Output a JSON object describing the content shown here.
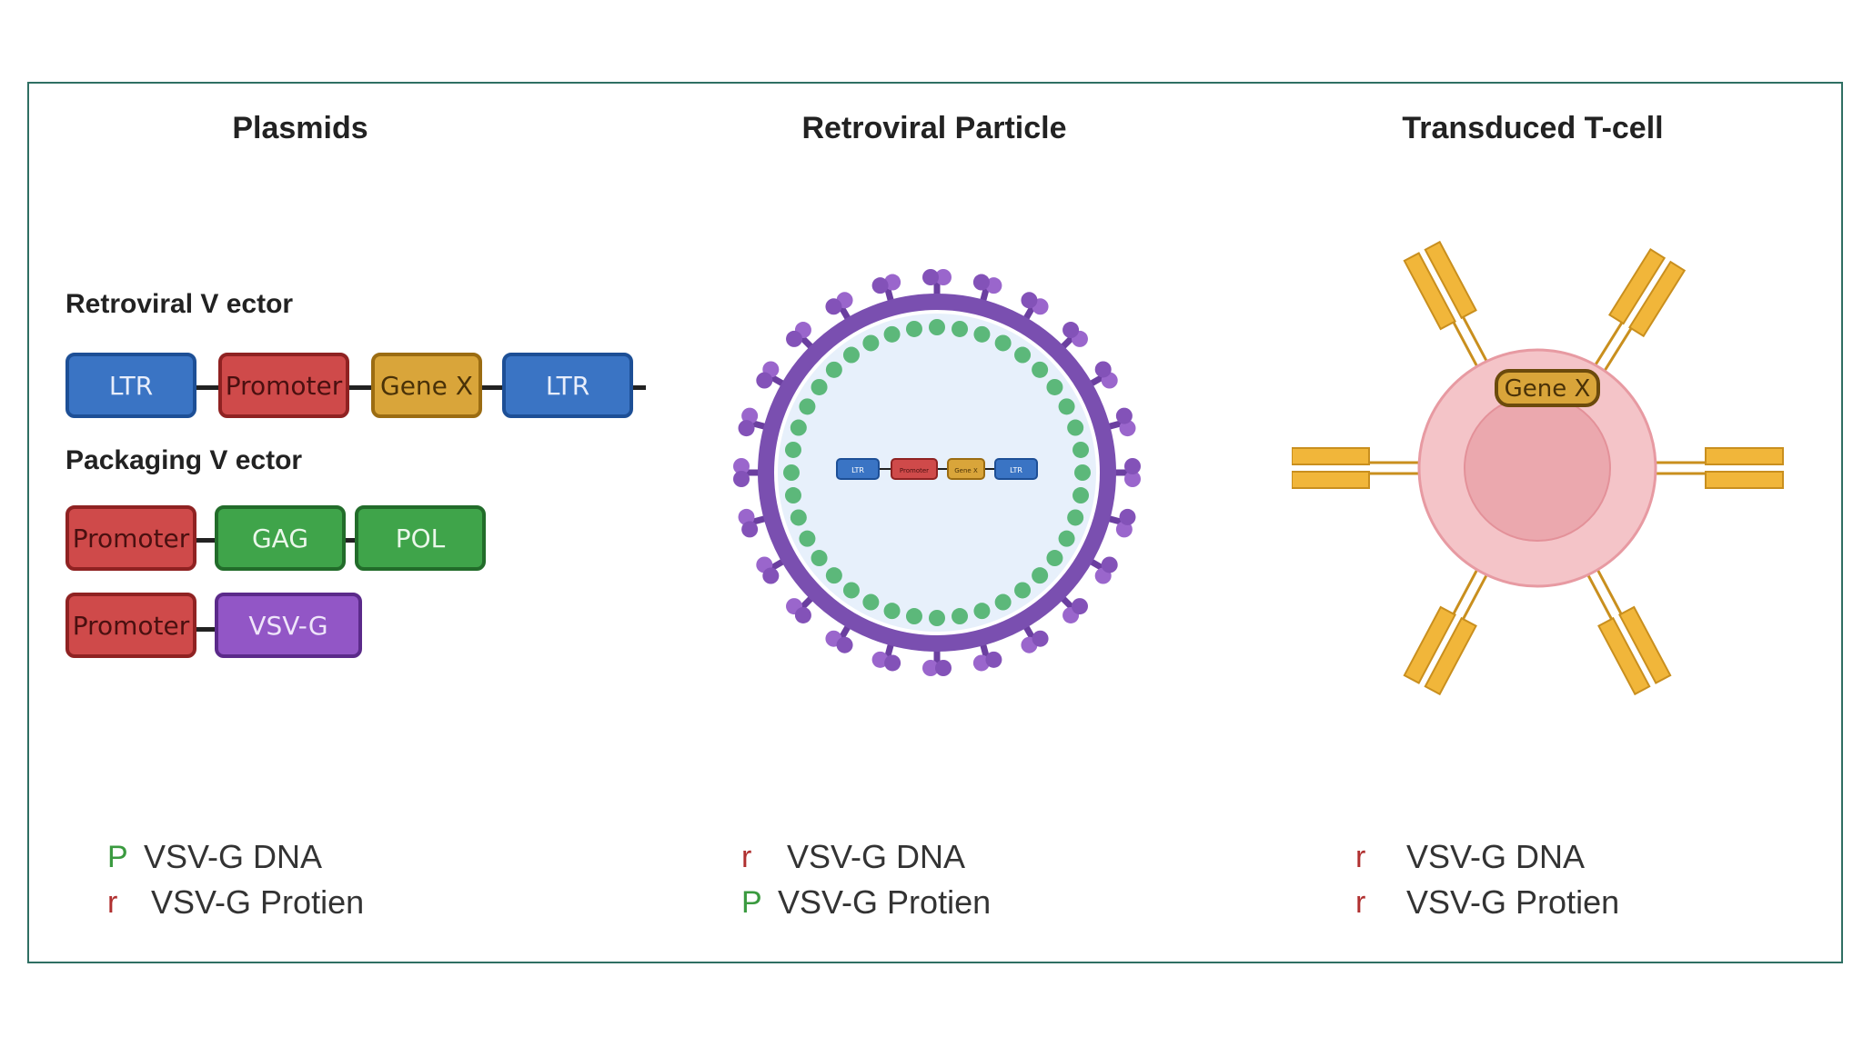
{
  "columns": {
    "plasmids": "Plasmids",
    "particle": "Retroviral Particle",
    "tcell": "Transduced T-cell"
  },
  "plasmids": {
    "retroviral_vector_title": "Retroviral V ector",
    "retroviral_vector": [
      "LTR",
      "Promoter",
      "Gene X",
      "LTR"
    ],
    "packaging_vector_title": "Packaging V ector",
    "packaging_row1": [
      "Promoter",
      "GAG",
      "POL"
    ],
    "packaging_row2": [
      "Promoter",
      "VSV-G"
    ]
  },
  "particle": {
    "insert": [
      "LTR",
      "Promoter",
      "Gene X",
      "LTR"
    ]
  },
  "tcell": {
    "gene_label": "Gene X"
  },
  "legends": {
    "plasmids": [
      {
        "mark": "P",
        "text": "VSV-G DNA",
        "status": "present"
      },
      {
        "mark": "r",
        "text": "VSV-G Protien",
        "status": "absent"
      }
    ],
    "particle": [
      {
        "mark": "r",
        "text": "VSV-G DNA",
        "status": "absent"
      },
      {
        "mark": "P",
        "text": "VSV-G Protien",
        "status": "present"
      }
    ],
    "tcell": [
      {
        "mark": "r",
        "text": "VSV-G DNA",
        "status": "absent"
      },
      {
        "mark": "r",
        "text": "VSV-G Protien",
        "status": "absent"
      }
    ]
  },
  "colors": {
    "frame": "#2f6f63",
    "ltr": "#3a74c4",
    "promoter": "#cf4a4a",
    "gene": "#d9a53a",
    "gag_pol": "#3fa44a",
    "vsvg": "#9256c6",
    "check": "#3a9a3f",
    "cross": "#b03030"
  }
}
